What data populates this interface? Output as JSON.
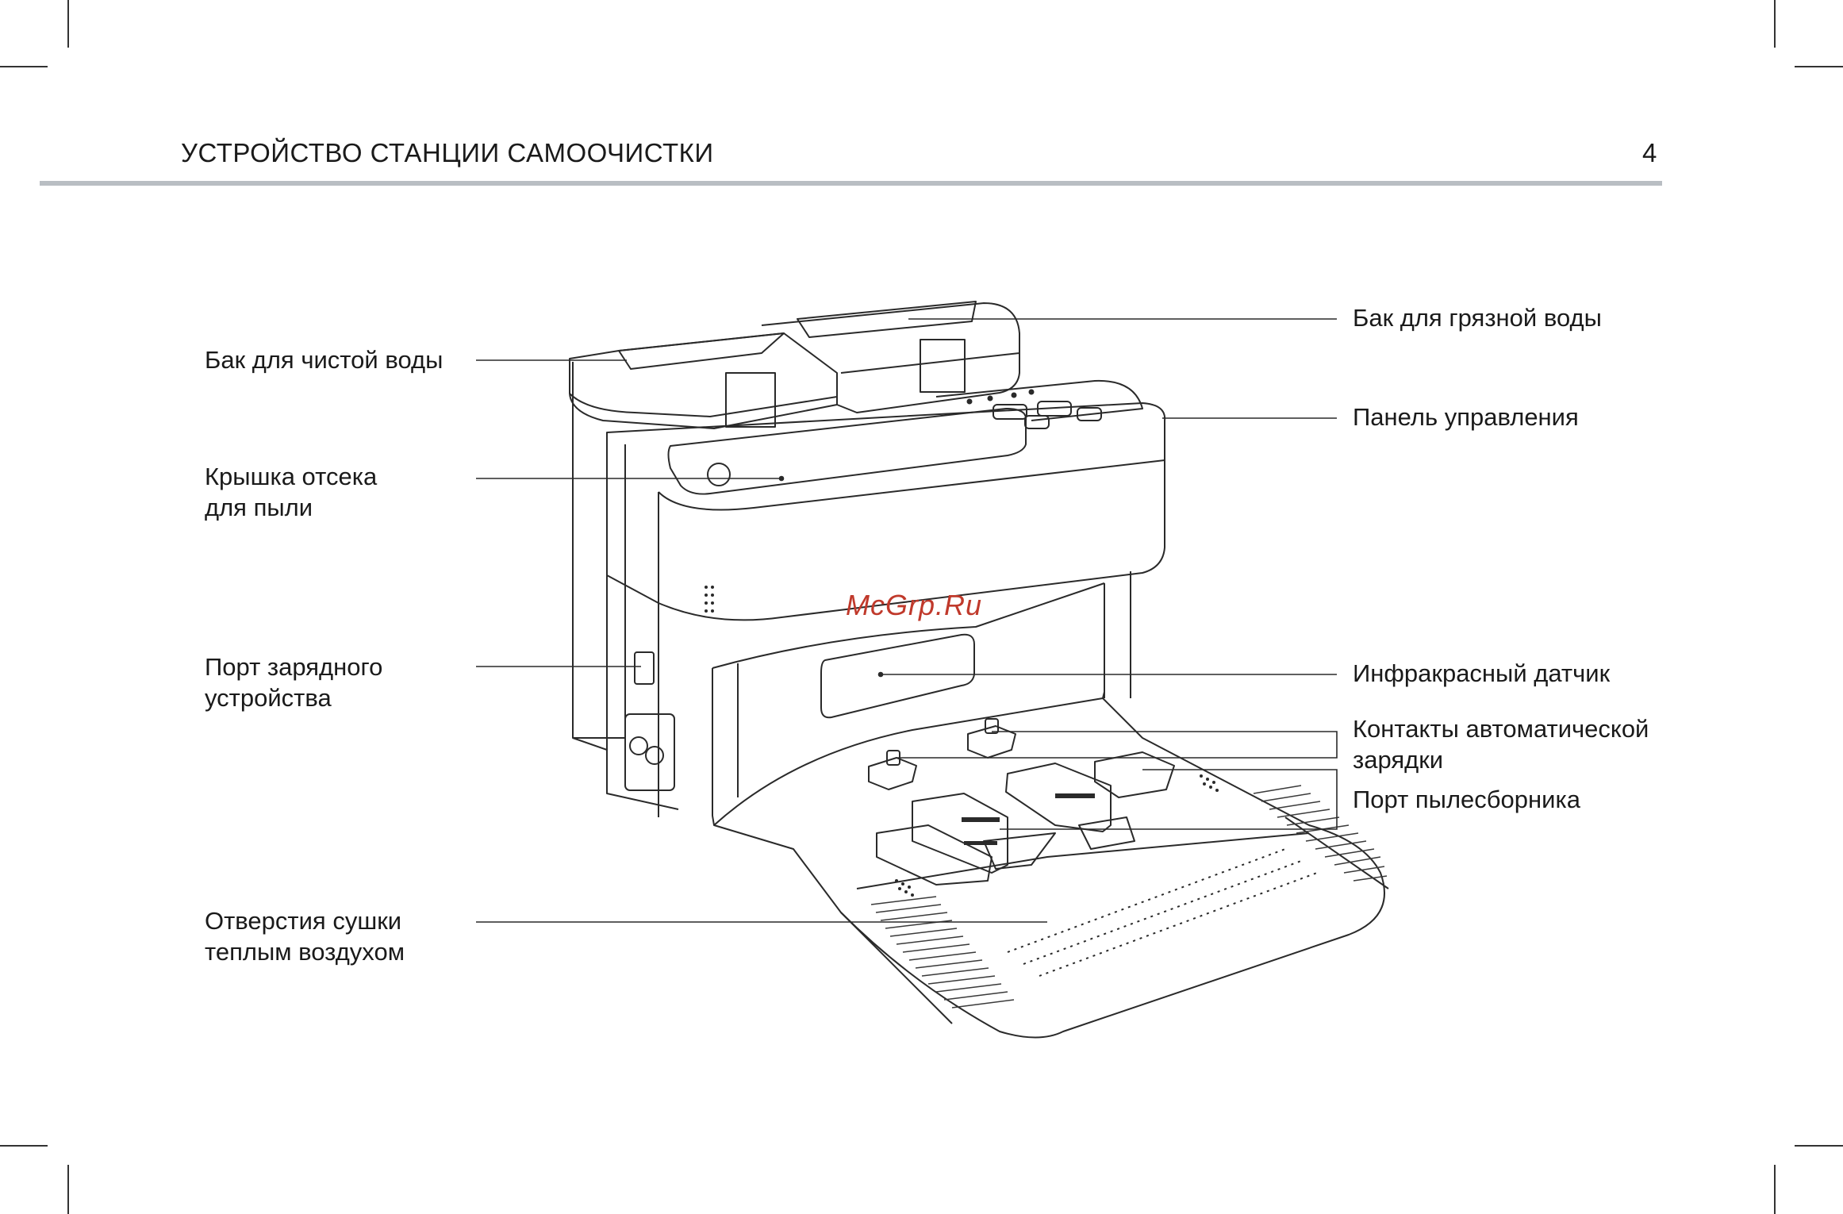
{
  "header": {
    "title": "УСТРОЙСТВО СТАНЦИИ САМООЧИСТКИ",
    "page_number": "4"
  },
  "watermark": "McGrp.Ru",
  "labels_left": [
    {
      "lines": [
        "Бак для чистой воды"
      ]
    },
    {
      "lines": [
        "Крышка отсека",
        "для пыли"
      ]
    },
    {
      "lines": [
        "Порт зарядного",
        "устройства"
      ]
    },
    {
      "lines": [
        "Отверстия сушки",
        "теплым воздухом"
      ]
    }
  ],
  "labels_right": [
    {
      "lines": [
        "Бак для грязной воды"
      ]
    },
    {
      "lines": [
        "Панель управления"
      ]
    },
    {
      "lines": [
        "Инфракрасный датчик"
      ]
    },
    {
      "lines": [
        "Контакты автоматической",
        "зарядки"
      ]
    },
    {
      "lines": [
        "Порт пылесборника"
      ]
    }
  ]
}
